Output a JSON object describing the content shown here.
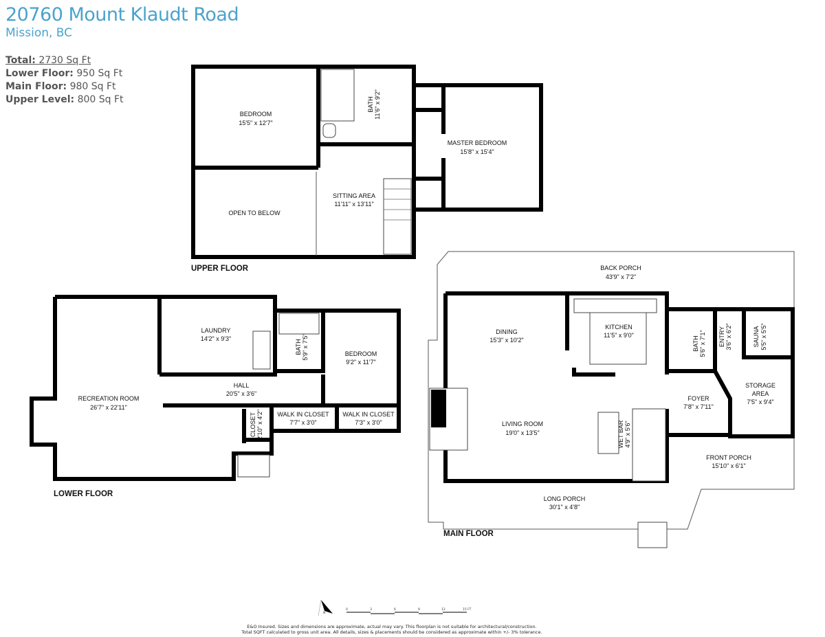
{
  "header": {
    "address": "20760 Mount Klaudt Road",
    "city": "Mission, BC"
  },
  "stats": [
    {
      "label": "Total:",
      "value": "2730 Sq Ft"
    },
    {
      "label": "Lower Floor:",
      "value": "950 Sq Ft"
    },
    {
      "label": "Main Floor:",
      "value": "980 Sq Ft"
    },
    {
      "label": "Upper Level:",
      "value": "800 Sq Ft"
    }
  ],
  "floors": {
    "upper": {
      "label": "UPPER FLOOR",
      "rooms": [
        {
          "name": "BEDROOM",
          "size": "15'5\" x 12'7\""
        },
        {
          "name": "OPEN TO BELOW",
          "size": ""
        },
        {
          "name": "BATH",
          "size": "11'6\" x 9'2\""
        },
        {
          "name": "SITTING AREA",
          "size": "11'11\" x 13'11\""
        },
        {
          "name": "MASTER BEDROOM",
          "size": "15'8\" x 15'4\""
        }
      ]
    },
    "lower": {
      "label": "LOWER FLOOR",
      "rooms": [
        {
          "name": "RECREATION ROOM",
          "size": "26'7\" x 22'11\""
        },
        {
          "name": "LAUNDRY",
          "size": "14'2\" x 9'3\""
        },
        {
          "name": "BATH",
          "size": "5'9\" x 7'5\""
        },
        {
          "name": "BEDROOM",
          "size": "9'2\" x 11'7\""
        },
        {
          "name": "HALL",
          "size": "20'5\" x 3'6\""
        },
        {
          "name": "WALK IN CLOSET",
          "size": "7'7\" x 3'0\""
        },
        {
          "name": "WALK IN CLOSET",
          "size": "7'3\" x 3'0\""
        },
        {
          "name": "CLOSET",
          "size": "2'10\" x 4'2\""
        }
      ]
    },
    "main": {
      "label": "MAIN FLOOR",
      "rooms": [
        {
          "name": "BACK PORCH",
          "size": "43'9\" x 7'2\""
        },
        {
          "name": "DINING",
          "size": "15'3\" x 10'2\""
        },
        {
          "name": "KITCHEN",
          "size": "11'5\" x 9'0\""
        },
        {
          "name": "BATH",
          "size": "5'6\" x 7'1\""
        },
        {
          "name": "ENTRY",
          "size": "3'6\" x 6'2\""
        },
        {
          "name": "SAUNA",
          "size": "5'5\" x 5'5\""
        },
        {
          "name": "STORAGE",
          "size": "AREA"
        },
        {
          "name": "FOYER",
          "size": "7'8\" x 7'11\""
        },
        {
          "name": "LIVING ROOM",
          "size": "19'0\" x 13'5\""
        },
        {
          "name": "WET BAR",
          "size": "4'9\" x 5'6\""
        },
        {
          "name": "FRONT PORCH",
          "size": "15'10\" x 6'1\""
        },
        {
          "name": "LONG PORCH",
          "size": "30'1\" x 4'8\""
        }
      ],
      "storage_size": "7'5\" x 9'4\""
    }
  },
  "scale": {
    "ticks": [
      "0",
      "3",
      "6",
      "9",
      "12",
      "15 FT"
    ],
    "north": "N"
  },
  "disclaimer": [
    "E&O Insured. Sizes and dimensions are approximate, actual may vary. This floorplan is not suitable for architectural/construction.",
    "Total SQFT calculated to gross unit area. All details, sizes & placements should be considered as approximate within +/- 3% tolerance."
  ]
}
